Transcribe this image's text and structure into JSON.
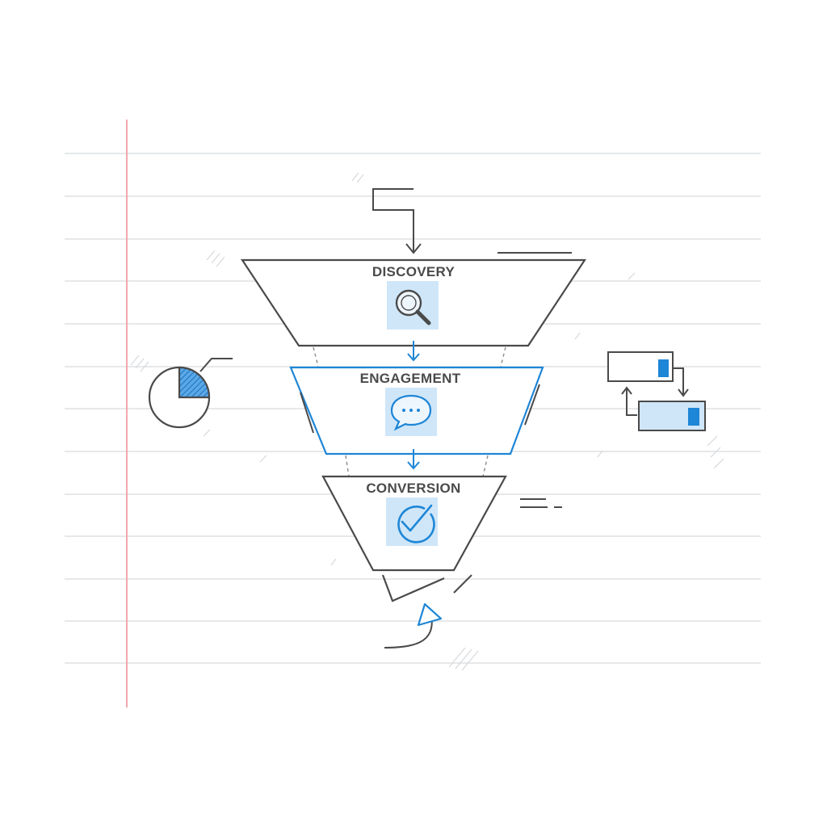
{
  "funnel": {
    "stages": [
      {
        "label": "DISCOVERY",
        "icon": "magnifier-icon",
        "highlighted": false
      },
      {
        "label": "ENGAGEMENT",
        "icon": "chat-bubble-icon",
        "highlighted": true
      },
      {
        "label": "CONVERSION",
        "icon": "check-circle-icon",
        "highlighted": false
      }
    ]
  },
  "colors": {
    "paper": "#ffffff",
    "ruled_line": "#e6e8ea",
    "margin_line": "#f2a8ad",
    "stroke": "#4a4a4a",
    "accent": "#1e86d6",
    "icon_bg": "#cfe6f8"
  },
  "side_icons": [
    "pie-chart-icon",
    "sync-bars-icon"
  ]
}
